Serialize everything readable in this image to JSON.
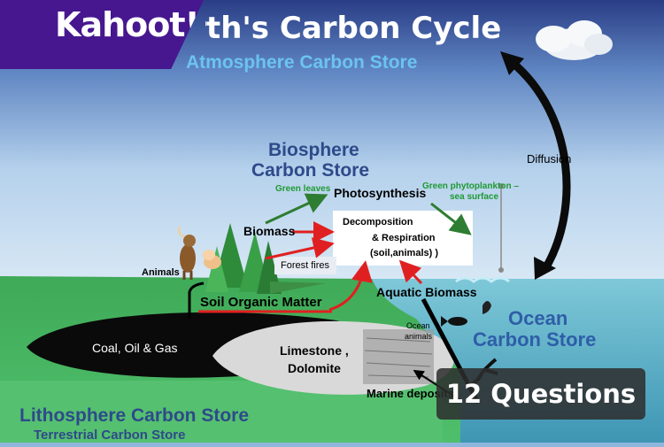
{
  "branding": {
    "logo_text": "Kahoot!"
  },
  "diagram": {
    "title": "Earth's Carbon Cycle",
    "subtitle": "Atmosphere Carbon Store",
    "biosphere_line1": "Biosphere",
    "biosphere_line2": "Carbon Store",
    "green_leaves": "Green leaves",
    "photosynthesis": "Photosynthesis",
    "phytoplankton_line1": "Green phytoplankton –",
    "phytoplankton_line2": "sea surface",
    "diffusion": "Diffusion",
    "biomass": "Biomass",
    "decomposition_line1": "Decomposition",
    "decomposition_line2": "& Respiration",
    "decomposition_line3": "(soil,animals) )",
    "animals": "Animals",
    "forest_fires": "Forest fires",
    "soil_organic_matter": "Soil Organic Matter",
    "aquatic_biomass": "Aquatic Biomass",
    "ocean_line1": "Ocean",
    "ocean_line2": "Carbon Store",
    "ocean_animals_line1": "Ocean",
    "ocean_animals_line2": "animals",
    "coal": "Coal, Oil & Gas",
    "limestone_line1": "Limestone ,",
    "limestone_line2": "Dolomite",
    "marine_deposits": "Marine deposits",
    "lithosphere": "Lithosphere Carbon Store",
    "terrestrial": "Terrestrial  Carbon Store"
  },
  "badge": {
    "questions_label": "12 Questions"
  },
  "colors": {
    "kahoot_purple": "#46178f",
    "title_white": "#ffffff",
    "subtitle_blue": "#6cc3ee",
    "biosphere_blue": "#2e4a8a",
    "ocean_blue": "#2f5ea8",
    "label_green": "#1e9a33",
    "arrow_red": "#e02020",
    "arrow_green": "#2e7d32"
  },
  "icons": [
    "cloud-icon",
    "animal-icon",
    "fish-icon",
    "lobster-icon",
    "tree-icon"
  ]
}
